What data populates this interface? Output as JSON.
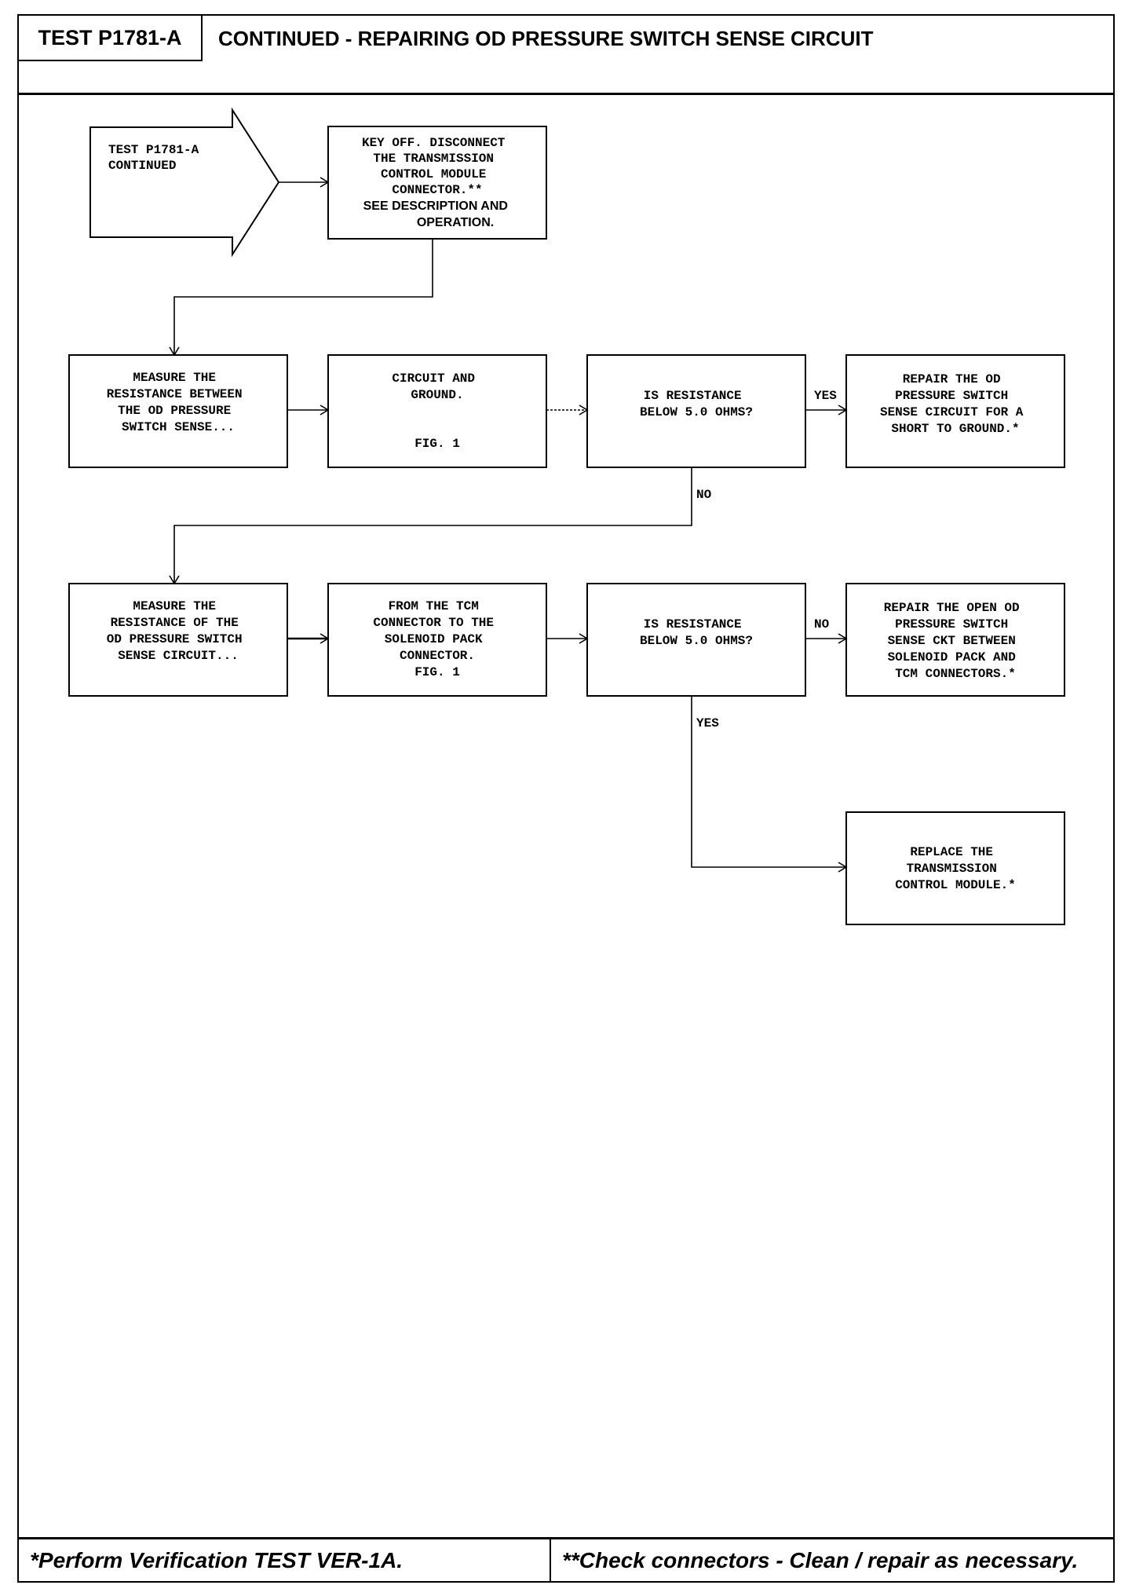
{
  "header": {
    "test_id": "TEST P1781-A",
    "title": "CONTINUED - REPAIRING OD PRESSURE SWITCH SENSE CIRCUIT"
  },
  "flow": {
    "start": [
      "TEST P1781-A",
      "CONTINUED"
    ],
    "key_off": [
      "KEY OFF. DISCONNECT",
      "THE TRANSMISSION",
      "CONTROL MODULE",
      "CONNECTOR.**"
    ],
    "key_off_ref": [
      "SEE DESCRIPTION AND",
      "OPERATION."
    ],
    "measure_1": [
      "MEASURE THE",
      "RESISTANCE BETWEEN",
      "THE OD PRESSURE",
      "SWITCH SENSE..."
    ],
    "circuit_ground": [
      "CIRCUIT AND",
      "GROUND."
    ],
    "fig_1a": "FIG. 1",
    "question_1": [
      "IS RESISTANCE",
      "BELOW 5.0 OHMS?"
    ],
    "repair_short": [
      "REPAIR THE OD",
      "PRESSURE SWITCH",
      "SENSE CIRCUIT FOR A",
      "SHORT TO GROUND.*"
    ],
    "measure_2": [
      "MEASURE THE",
      "RESISTANCE OF THE",
      "OD PRESSURE SWITCH",
      "SENSE CIRCUIT..."
    ],
    "tcm_to_solenoid": [
      "FROM THE TCM",
      "CONNECTOR TO THE",
      "SOLENOID PACK",
      "CONNECTOR."
    ],
    "fig_1b": "FIG. 1",
    "question_2": [
      "IS RESISTANCE",
      "BELOW 5.0 OHMS?"
    ],
    "repair_open": [
      "REPAIR THE OPEN OD",
      "PRESSURE SWITCH",
      "SENSE CKT BETWEEN",
      "SOLENOID PACK AND",
      "TCM CONNECTORS.*"
    ],
    "replace_tcm": [
      "REPLACE THE",
      "TRANSMISSION",
      "CONTROL MODULE.*"
    ],
    "label_yes_1": "YES",
    "label_no_1": "NO",
    "label_no_2": "NO",
    "label_yes_2": "YES"
  },
  "footer": {
    "left": "*Perform Verification TEST VER-1A.",
    "right": "**Check connectors - Clean / repair as necessary."
  }
}
